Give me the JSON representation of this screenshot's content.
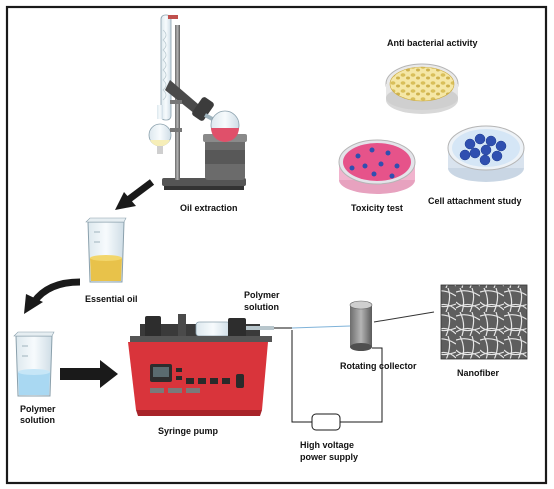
{
  "labels": {
    "oil_extraction": "Oil extraction",
    "anti_bacterial": "Anti bacterial activity",
    "toxicity_test": "Toxicity test",
    "cell_attachment": "Cell attachment study",
    "essential_oil": "Essential oil",
    "polymer_solution_top_1": "Polymer",
    "polymer_solution_top_2": "solution",
    "polymer_solution_left_1": "Polymer",
    "polymer_solution_left_2": "solution",
    "rotating_collector": "Rotating collector",
    "nanofiber": "Nanofiber",
    "syringe_pump": "Syringe pump",
    "power_supply_1": "High voltage",
    "power_supply_2": "power supply"
  },
  "colors": {
    "frame": "#1a1a1a",
    "pump_red": "#d9343b",
    "oil_yellow": "#e8c24a",
    "water_blue": "#a9d8f2",
    "petri_pink": "#f2b6cf",
    "cell_blue": "#2f4fb0",
    "flask_pink": "#e0506a"
  }
}
